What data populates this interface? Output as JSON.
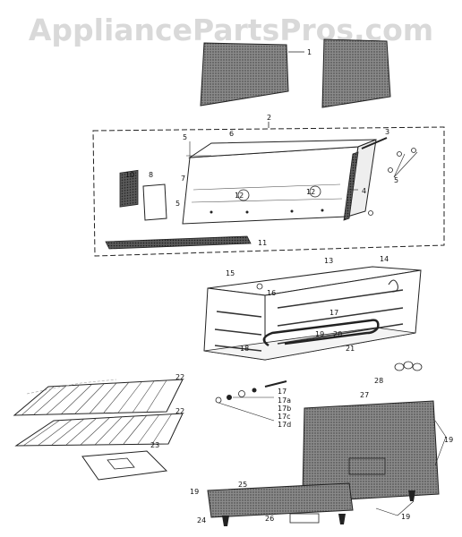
{
  "watermark": "AppliancePartsPros.com",
  "colors": {
    "ink": "#1a1a1a",
    "stipple": "#6e6e6e",
    "paper": "#ffffff",
    "watermark": "#d9d9d9"
  },
  "callouts": {
    "c1": "1",
    "c2": "2",
    "c3": "3",
    "c4": "4",
    "c5a": "5",
    "c5b": "5",
    "c5c": "5",
    "c6": "6",
    "c7": "7",
    "c8": "8",
    "c10": "10",
    "c11": "11",
    "c12a": "12",
    "c12b": "12",
    "c13": "13",
    "c14": "14",
    "c15": "15",
    "c16": "16",
    "c17": "17",
    "c17b": "17",
    "c17a": "17a",
    "c17bb": "17b",
    "c17c": "17c",
    "c17d": "17d",
    "c18": "18",
    "c19a": "19",
    "c19b": "19",
    "c19c": "19",
    "c19d": "19",
    "c20": "20",
    "c21": "21",
    "c22a": "22",
    "c22b": "22",
    "c23": "23",
    "c24": "24",
    "c25": "25",
    "c26": "26",
    "c27": "27",
    "c28": "28"
  }
}
